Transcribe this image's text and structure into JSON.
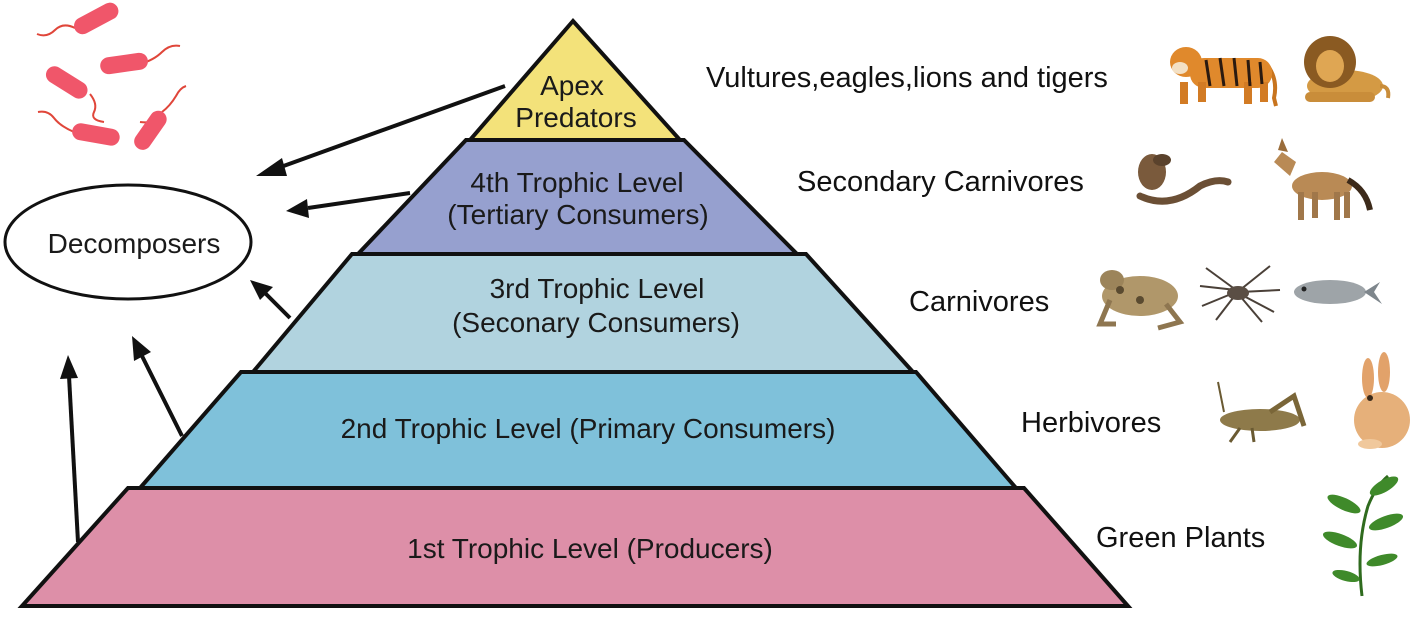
{
  "pyramid": {
    "levels": [
      {
        "id": "apex",
        "lines": [
          "Apex",
          "Predators"
        ],
        "fill": "#f3e27a"
      },
      {
        "id": "level4",
        "lines": [
          "4th Trophic Level",
          "(Tertiary Consumers)"
        ],
        "fill": "#96a0cf"
      },
      {
        "id": "level3",
        "lines": [
          "3rd Trophic Level",
          "(Seconary Consumers)"
        ],
        "fill": "#b1d3df"
      },
      {
        "id": "level2",
        "lines": [
          "2nd Trophic Level (Primary Consumers)"
        ],
        "fill": "#7fc1da"
      },
      {
        "id": "level1",
        "lines": [
          "1st Trophic Level (Producers)"
        ],
        "fill": "#dd8fa8"
      }
    ]
  },
  "decomposers": {
    "label": "Decomposers"
  },
  "side_labels": {
    "apex": "Vultures,eagles,lions and tigers",
    "level4": "Secondary Carnivores",
    "level3": "Carnivores",
    "level2": "Herbivores",
    "level1": "Green Plants"
  },
  "icons": {
    "bacteria": "bacteria-icon",
    "tiger": "tiger-icon",
    "lion": "lion-icon",
    "cobra": "cobra-icon",
    "jackal": "jackal-icon",
    "frog": "frog-icon",
    "spider": "spider-icon",
    "fish": "fish-icon",
    "grasshopper": "grasshopper-icon",
    "rabbit": "rabbit-icon",
    "plant": "plant-icon"
  },
  "colors": {
    "bacteria": "#f0566a",
    "bacteria_tail": "#e0463a",
    "outline": "#111111"
  }
}
